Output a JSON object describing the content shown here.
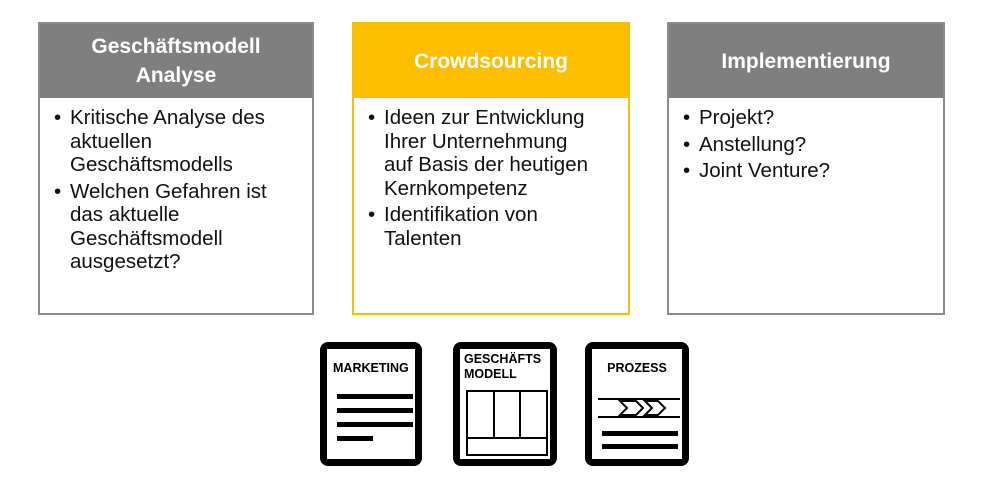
{
  "cards": [
    {
      "title": "Geschäftsmodell\nAnalyse",
      "bullets": [
        "Kritische Analyse des\naktuellen\nGeschäftsmodells",
        "Welchen Gefahren ist\ndas aktuelle\nGeschäftsmodell\nausgesetzt?"
      ]
    },
    {
      "title": "Crowdsourcing",
      "bullets": [
        "Ideen zur Entwicklung\nIhrer Unternehmung\nauf Basis der heutigen\nKernkompetenz",
        "Identifikation von\nTalenten"
      ]
    },
    {
      "title": "Implementierung",
      "bullets": [
        "Projekt?",
        "Anstellung?",
        "Joint Venture?"
      ]
    }
  ],
  "bullet_symbol": "•",
  "documents": [
    {
      "label": "MARKETING",
      "icon": "document-text-icon"
    },
    {
      "label": "GESCHÄFTS\nMODELL",
      "icon": "document-table-icon"
    },
    {
      "label": "PROZESS",
      "icon": "document-process-icon"
    }
  ],
  "colors": {
    "grey_header": "#7f7f7f",
    "yellow_header": "#fbbf00"
  }
}
